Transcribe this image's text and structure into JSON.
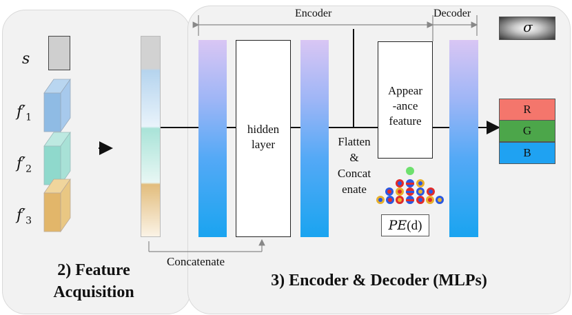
{
  "feature_inputs": {
    "s_label": "s",
    "f1_label": "f′",
    "f1_sub": "1",
    "f2_label": "f′",
    "f2_sub": "2",
    "f3_label": "f′",
    "f3_sub": "3"
  },
  "section_feature": {
    "title_line1": "2) Feature",
    "title_line2": "Acquisition"
  },
  "section_mlp": {
    "title": "3) Encoder & Decoder (MLPs)"
  },
  "labels": {
    "concatenate": "Concatenate",
    "encoder": "Encoder",
    "decoder": "Decoder",
    "hidden_line1": "hidden",
    "hidden_line2": "layer",
    "flatten_line1": "Flatten",
    "flatten_line2": "&",
    "flatten_line3": "Concat",
    "flatten_line4": "enate",
    "appearance_line1": "Appear",
    "appearance_line2": "-ance",
    "appearance_line3": "feature",
    "pe_symbol": "PE",
    "pe_arg": "(d)",
    "sigma": "σ"
  },
  "outputs": {
    "r": "R",
    "g": "G",
    "b": "B"
  },
  "colors": {
    "r": "#f4766c",
    "g": "#4ca64a",
    "b": "#1fa2f2",
    "cube1": "#8fbbe4",
    "cube2": "#8fd9cc",
    "cube3": "#e2b66a",
    "s_box": "#cfcfcf"
  }
}
